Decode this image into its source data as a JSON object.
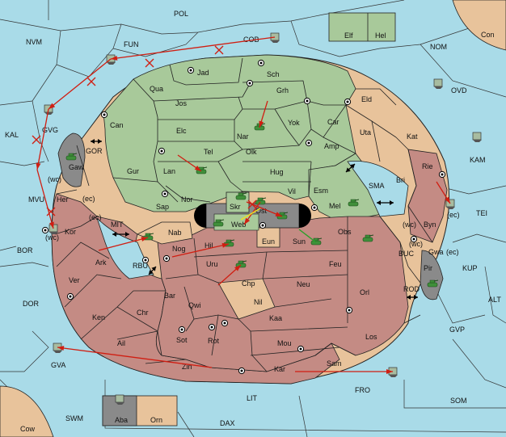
{
  "colors": {
    "sea": "#a9dbe8",
    "north_power": "#a8c99a",
    "south_power": "#c48b84",
    "neutral": "#e8c39b",
    "impassable": "#8a8a8a",
    "order_line": "#d01e12",
    "army_green": "#3f8f3a"
  },
  "seas": [
    {
      "id": "pol",
      "label": "POL"
    },
    {
      "id": "nvm",
      "label": "NVM"
    },
    {
      "id": "fun",
      "label": "FUN"
    },
    {
      "id": "cob",
      "label": "COB"
    },
    {
      "id": "nom",
      "label": "NOM"
    },
    {
      "id": "con",
      "label": "Con"
    },
    {
      "id": "ovd",
      "label": "OVD"
    },
    {
      "id": "kal",
      "label": "KAL"
    },
    {
      "id": "gvg",
      "label": "GVG"
    },
    {
      "id": "gor",
      "label": "GOR"
    },
    {
      "id": "kam",
      "label": "KAM"
    },
    {
      "id": "tei",
      "label": "TEI"
    },
    {
      "id": "sma",
      "label": "SMA"
    },
    {
      "id": "mvu",
      "label": "MVU"
    },
    {
      "id": "mvu_wc",
      "label": "(wc)"
    },
    {
      "id": "bor",
      "label": "BOR"
    },
    {
      "id": "mit",
      "label": "MIT"
    },
    {
      "id": "rbu",
      "label": "RBU"
    },
    {
      "id": "kup",
      "label": "KUP"
    },
    {
      "id": "buc",
      "label": "BUC"
    },
    {
      "id": "rod",
      "label": "ROD"
    },
    {
      "id": "dor",
      "label": "DOR"
    },
    {
      "id": "alt",
      "label": "ALT"
    },
    {
      "id": "gvp",
      "label": "GVP"
    },
    {
      "id": "gva",
      "label": "GVA"
    },
    {
      "id": "fro",
      "label": "FRO"
    },
    {
      "id": "som",
      "label": "SOM"
    },
    {
      "id": "lit",
      "label": "LIT"
    },
    {
      "id": "swm",
      "label": "SWM"
    },
    {
      "id": "dax",
      "label": "DAX"
    },
    {
      "id": "cow",
      "label": "Cow"
    }
  ],
  "provinces": [
    {
      "id": "jad",
      "label": "Jad"
    },
    {
      "id": "sch",
      "label": "Sch"
    },
    {
      "id": "qua",
      "label": "Qua"
    },
    {
      "id": "jos",
      "label": "Jos"
    },
    {
      "id": "grh",
      "label": "Grh"
    },
    {
      "id": "eld",
      "label": "Eld"
    },
    {
      "id": "can",
      "label": "Can"
    },
    {
      "id": "nar",
      "label": "Nar"
    },
    {
      "id": "yok",
      "label": "Yok"
    },
    {
      "id": "car",
      "label": "Car"
    },
    {
      "id": "uta",
      "label": "Uta"
    },
    {
      "id": "elc",
      "label": "Elc"
    },
    {
      "id": "kat",
      "label": "Kat"
    },
    {
      "id": "tel",
      "label": "Tel"
    },
    {
      "id": "olk",
      "label": "Olk"
    },
    {
      "id": "amp",
      "label": "Amp"
    },
    {
      "id": "gur",
      "label": "Gur"
    },
    {
      "id": "lan",
      "label": "Lan"
    },
    {
      "id": "hug",
      "label": "Hug"
    },
    {
      "id": "rie",
      "label": "Rie"
    },
    {
      "id": "bri",
      "label": "Bri"
    },
    {
      "id": "nor",
      "label": "Nor"
    },
    {
      "id": "vil",
      "label": "Vil"
    },
    {
      "id": "esm",
      "label": "Esm"
    },
    {
      "id": "gaw",
      "label": "Gaw"
    },
    {
      "id": "her",
      "label": "Her"
    },
    {
      "id": "her_ec",
      "label": "(ec)"
    },
    {
      "id": "sap",
      "label": "Sap"
    },
    {
      "id": "skr",
      "label": "Skr"
    },
    {
      "id": "ost",
      "label": "Ost"
    },
    {
      "id": "mel",
      "label": "Mel"
    },
    {
      "id": "byn",
      "label": "Byn"
    },
    {
      "id": "byn_wc",
      "label": "(wc)"
    },
    {
      "id": "byn_ec",
      "label": "(ec)"
    },
    {
      "id": "kor",
      "label": "Kor"
    },
    {
      "id": "kor_ec",
      "label": "(ec)"
    },
    {
      "id": "kor_wc",
      "label": "(wc)"
    },
    {
      "id": "nab",
      "label": "Nab"
    },
    {
      "id": "web",
      "label": "Web"
    },
    {
      "id": "eun",
      "label": "Eun"
    },
    {
      "id": "sun",
      "label": "Sun"
    },
    {
      "id": "obs",
      "label": "Obs"
    },
    {
      "id": "gwa",
      "label": "Gwa"
    },
    {
      "id": "gwa_wc",
      "label": "(wc)"
    },
    {
      "id": "gwa_ec",
      "label": "(ec)"
    },
    {
      "id": "ark",
      "label": "Ark"
    },
    {
      "id": "nog",
      "label": "Nog"
    },
    {
      "id": "hil",
      "label": "Hil"
    },
    {
      "id": "uru",
      "label": "Uru"
    },
    {
      "id": "feu",
      "label": "Feu"
    },
    {
      "id": "pir",
      "label": "Pir"
    },
    {
      "id": "ver",
      "label": "Ver"
    },
    {
      "id": "chp",
      "label": "Chp"
    },
    {
      "id": "neu",
      "label": "Neu"
    },
    {
      "id": "orl",
      "label": "Orl"
    },
    {
      "id": "bar",
      "label": "Bar"
    },
    {
      "id": "qwi",
      "label": "Qwi"
    },
    {
      "id": "nil",
      "label": "Nil"
    },
    {
      "id": "ken",
      "label": "Ken"
    },
    {
      "id": "chr",
      "label": "Chr"
    },
    {
      "id": "kaa",
      "label": "Kaa"
    },
    {
      "id": "los",
      "label": "Los"
    },
    {
      "id": "sot",
      "label": "Sot"
    },
    {
      "id": "rot",
      "label": "Rot"
    },
    {
      "id": "mou",
      "label": "Mou"
    },
    {
      "id": "ail",
      "label": "Ail"
    },
    {
      "id": "zin",
      "label": "Zin"
    },
    {
      "id": "kar",
      "label": "Kar"
    },
    {
      "id": "sam",
      "label": "Sam"
    },
    {
      "id": "elf",
      "label": "Elf"
    },
    {
      "id": "hel",
      "label": "Hel"
    },
    {
      "id": "aba",
      "label": "Aba"
    },
    {
      "id": "orn",
      "label": "Orn"
    }
  ],
  "icons": {
    "army": "army-icon",
    "fleet": "fleet-icon",
    "supply_center": "supply-center-icon",
    "convoy_arrow": "double-arrow-icon",
    "order_cross": "x-mark-icon"
  }
}
